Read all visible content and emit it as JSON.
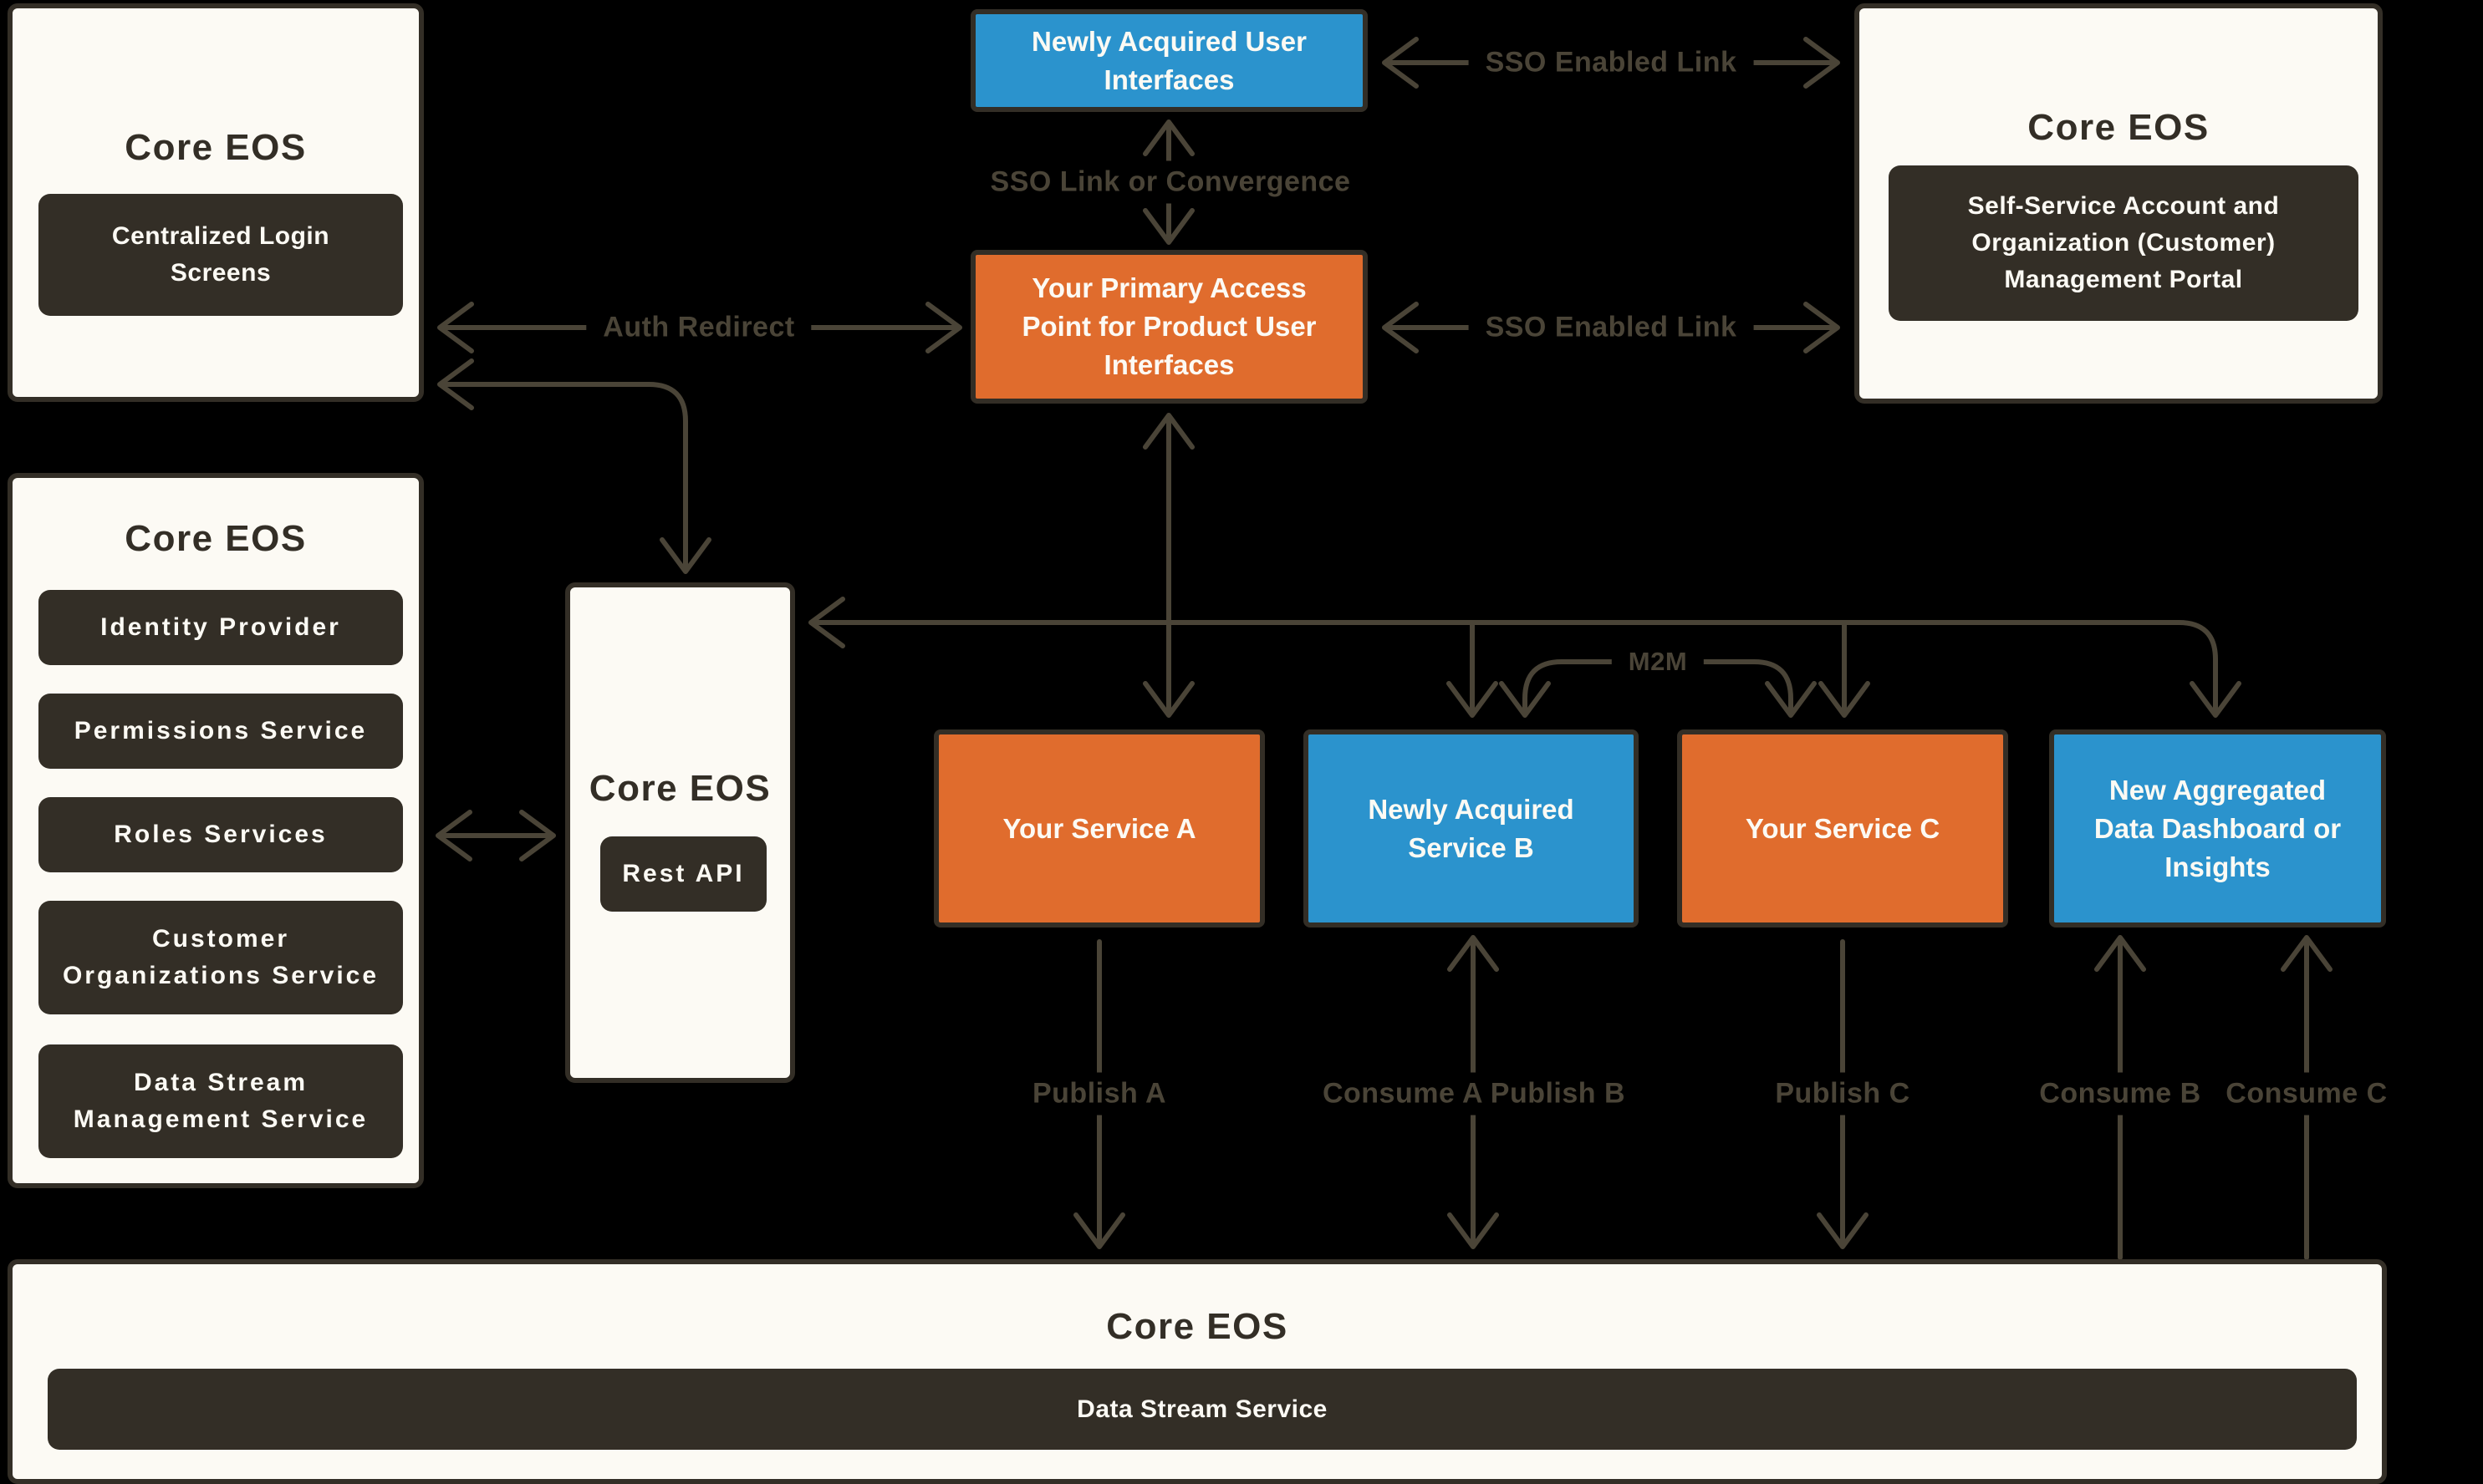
{
  "colors": {
    "background": "#000000",
    "panel": "#FCFAF4",
    "dark": "#332E26",
    "blue": "#2B93CD",
    "orange": "#E06C2D",
    "wire": "#4A4437"
  },
  "panels": {
    "top_left": {
      "title": "Core EOS",
      "service": "Centralized Login Screens"
    },
    "top_right": {
      "title": "Core EOS",
      "service": "Self-Service Account and Organization (Customer) Management Portal"
    },
    "left_mid": {
      "title": "Core EOS",
      "services": [
        "Identity Provider",
        "Permissions Service",
        "Roles Services",
        "Customer Organizations Service",
        "Data Stream Management Service"
      ]
    },
    "rest_api": {
      "title": "Core EOS",
      "service": "Rest API"
    },
    "bottom": {
      "title": "Core EOS",
      "service": "Data Stream Service"
    }
  },
  "nodes": {
    "acquired_ui": {
      "label": "Newly Acquired User Interfaces",
      "color": "blue"
    },
    "primary_access": {
      "label": "Your Primary Access Point for Product User Interfaces",
      "color": "orange"
    },
    "service_a": {
      "label": "Your Service A",
      "color": "orange"
    },
    "service_b": {
      "label": "Newly Acquired Service B",
      "color": "blue"
    },
    "service_c": {
      "label": "Your Service C",
      "color": "orange"
    },
    "dashboard": {
      "label": "New Aggregated Data Dashboard or Insights",
      "color": "blue"
    }
  },
  "edge_labels": {
    "sso_top": "SSO Enabled Link",
    "sso_link_convergence": "SSO Link or Convergence",
    "auth_redirect": "Auth Redirect",
    "sso_mid": "SSO Enabled Link",
    "m2m": "M2M",
    "publish_a": "Publish A",
    "consume_a_publish_b": "Consume A Publish B",
    "publish_c": "Publish C",
    "consume_b": "Consume B",
    "consume_c": "Consume C"
  }
}
